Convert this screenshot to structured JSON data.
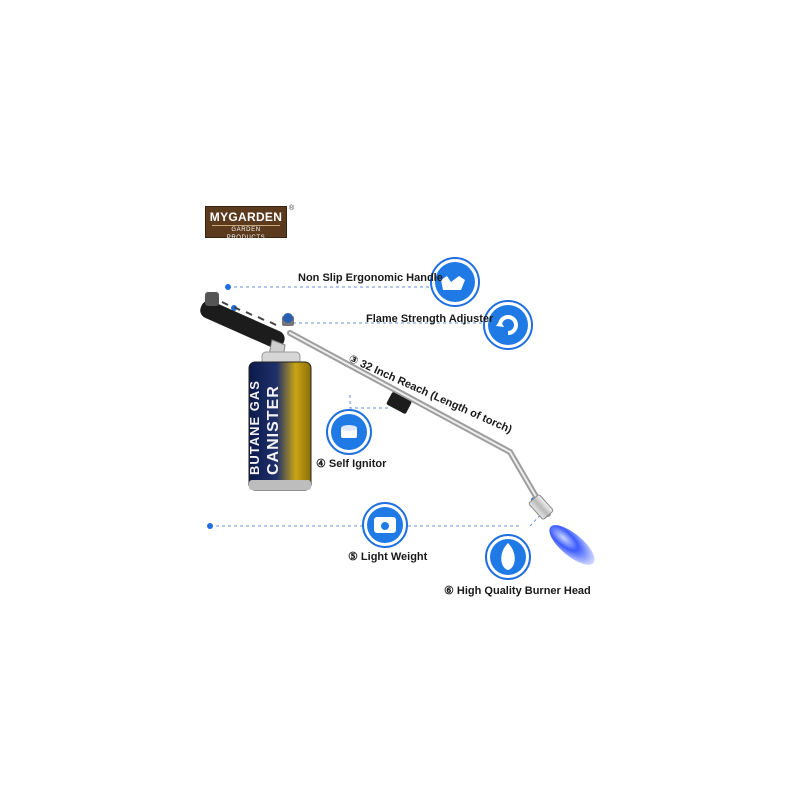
{
  "brand": {
    "name": "MYGARDEN",
    "tagline": "GARDEN PRODUCTS",
    "registered_mark": "®",
    "color": "#5b3a1d"
  },
  "canister": {
    "line1": "BUTANE GAS",
    "line2": "CANISTER"
  },
  "features": [
    {
      "label": "Non Slip Ergonomic Handle",
      "icon": "hand-grip-icon"
    },
    {
      "label": "Flame Strength Adjuster",
      "icon": "rotate-adjust-icon"
    },
    {
      "label": "③ 32 Inch Reach  (Length of torch)",
      "icon": ""
    },
    {
      "label": "④ Self Ignitor",
      "icon": "ignitor-button-icon"
    },
    {
      "label": "⑤ Light Weight",
      "icon": "weight-scale-icon"
    },
    {
      "label": "⑥ High Quality Burner Head",
      "icon": "flame-icon"
    }
  ],
  "colors": {
    "accent_blue": "#1f6fe0",
    "icon_circle": "#1f7ae6",
    "flame": "#3b5bff"
  }
}
